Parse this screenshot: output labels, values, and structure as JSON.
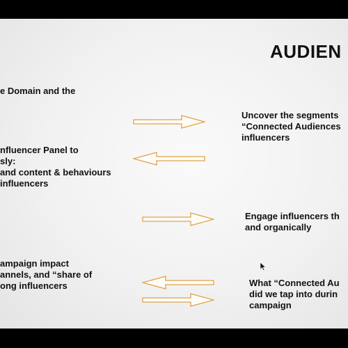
{
  "slide": {
    "title": "AUDIEN",
    "left_blocks": [
      [
        "e Domain and the"
      ],
      [
        "nfluencer Panel to",
        "sly:",
        "and content & behaviours",
        "influencers"
      ],
      [
        "ampaign impact",
        "annels, and “share of",
        "ong influencers"
      ]
    ],
    "right_blocks": [
      [
        "Uncover the segments",
        "“Connected Audiences",
        "influencers"
      ],
      [
        "Engage influencers th",
        "and organically"
      ],
      [
        "What “Connected Au",
        "did we tap into durin",
        "campaign"
      ]
    ],
    "arrows": [
      "right-arrow",
      "left-arrow",
      "right-arrow",
      "left-arrow",
      "right-arrow"
    ],
    "colors": {
      "arrow_stroke": "#e0a24a",
      "arrow_fill": "#fefcf7",
      "text": "#111111",
      "letterbox": "#000000"
    }
  }
}
